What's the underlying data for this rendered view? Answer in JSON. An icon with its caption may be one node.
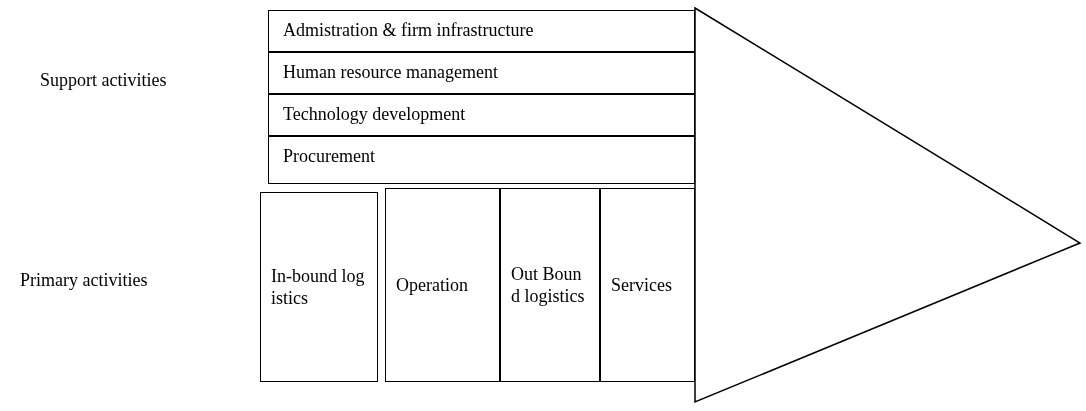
{
  "diagram": {
    "nodes": [
      {
        "text": [
          "Admistration & firm infrastructure"
        ]
      },
      {
        "text": [
          "Human resource management"
        ]
      },
      {
        "text": [
          "Technology development"
        ]
      },
      {
        "text": [
          "Procurement"
        ]
      },
      {
        "text": [
          "In-bound logistics"
        ]
      },
      {
        "text": [
          "Operation"
        ]
      },
      {
        "text": [
          "Out Bound logistics"
        ]
      },
      {
        "text": [
          "Services"
        ]
      }
    ],
    "labels": [
      "Support activities",
      "Primary activities"
    ]
  }
}
